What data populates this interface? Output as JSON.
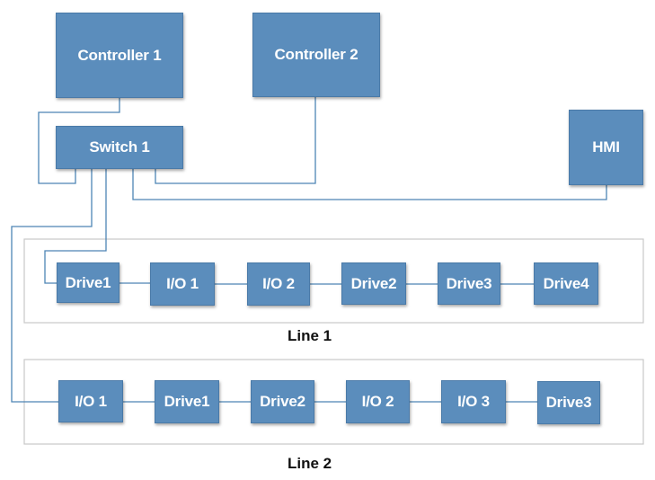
{
  "colors": {
    "node_fill": "#5b8dbc",
    "connector": "#4d85b5",
    "group_border": "#c8c8c8"
  },
  "nodes": {
    "controller1": "Controller 1",
    "controller2": "Controller 2",
    "switch1": "Switch 1",
    "hmi": "HMI"
  },
  "line1": {
    "label": "Line 1",
    "devices": [
      "Drive1",
      "I/O 1",
      "I/O 2",
      "Drive2",
      "Drive3",
      "Drive4"
    ]
  },
  "line2": {
    "label": "Line 2",
    "devices": [
      "I/O 1",
      "Drive1",
      "Drive2",
      "I/O 2",
      "I/O 3",
      "Drive3"
    ]
  }
}
